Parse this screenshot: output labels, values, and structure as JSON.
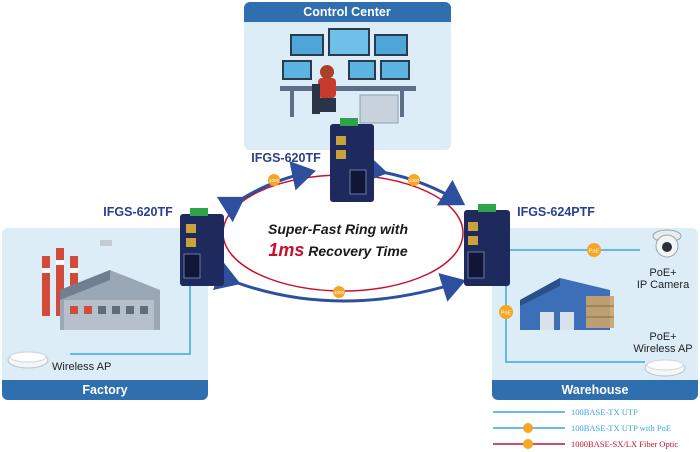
{
  "zones": {
    "control_center": {
      "title": "Control Center"
    },
    "factory": {
      "title": "Factory"
    },
    "warehouse": {
      "title": "Warehouse"
    }
  },
  "switches": {
    "top": {
      "model": "IFGS-620TF"
    },
    "left": {
      "model": "IFGS-620TF"
    },
    "right": {
      "model": "IFGS-624PTF"
    }
  },
  "ring": {
    "line1": "Super-Fast Ring with",
    "highlight": "1ms",
    "line2_rest": " Recovery Time"
  },
  "devices": {
    "wireless_ap_left": "Wireless AP",
    "poe_camera_line1": "PoE+",
    "poe_camera_line2": "IP Camera",
    "poe_ap_line1": "PoE+",
    "poe_ap_line2": "Wireless AP"
  },
  "badges": {
    "fiber": "1000",
    "poe": "PoE"
  },
  "legend": {
    "utp": "100BASE-TX UTP",
    "utp_poe": "100BASE-TX UTP with PoE",
    "fiber": "1000BASE-SX/LX Fiber Optic"
  },
  "colors": {
    "zone_bg": "#dcedf8",
    "zone_title": "#2f6fb0",
    "switch_body": "#1e2a5e",
    "utp_line": "#3ea3df",
    "fiber_line": "#c8102e",
    "arrow": "#2d4f9e",
    "badge": "#f5a623",
    "text_blue": "#2a3f8f",
    "text_red": "#c8102e"
  }
}
